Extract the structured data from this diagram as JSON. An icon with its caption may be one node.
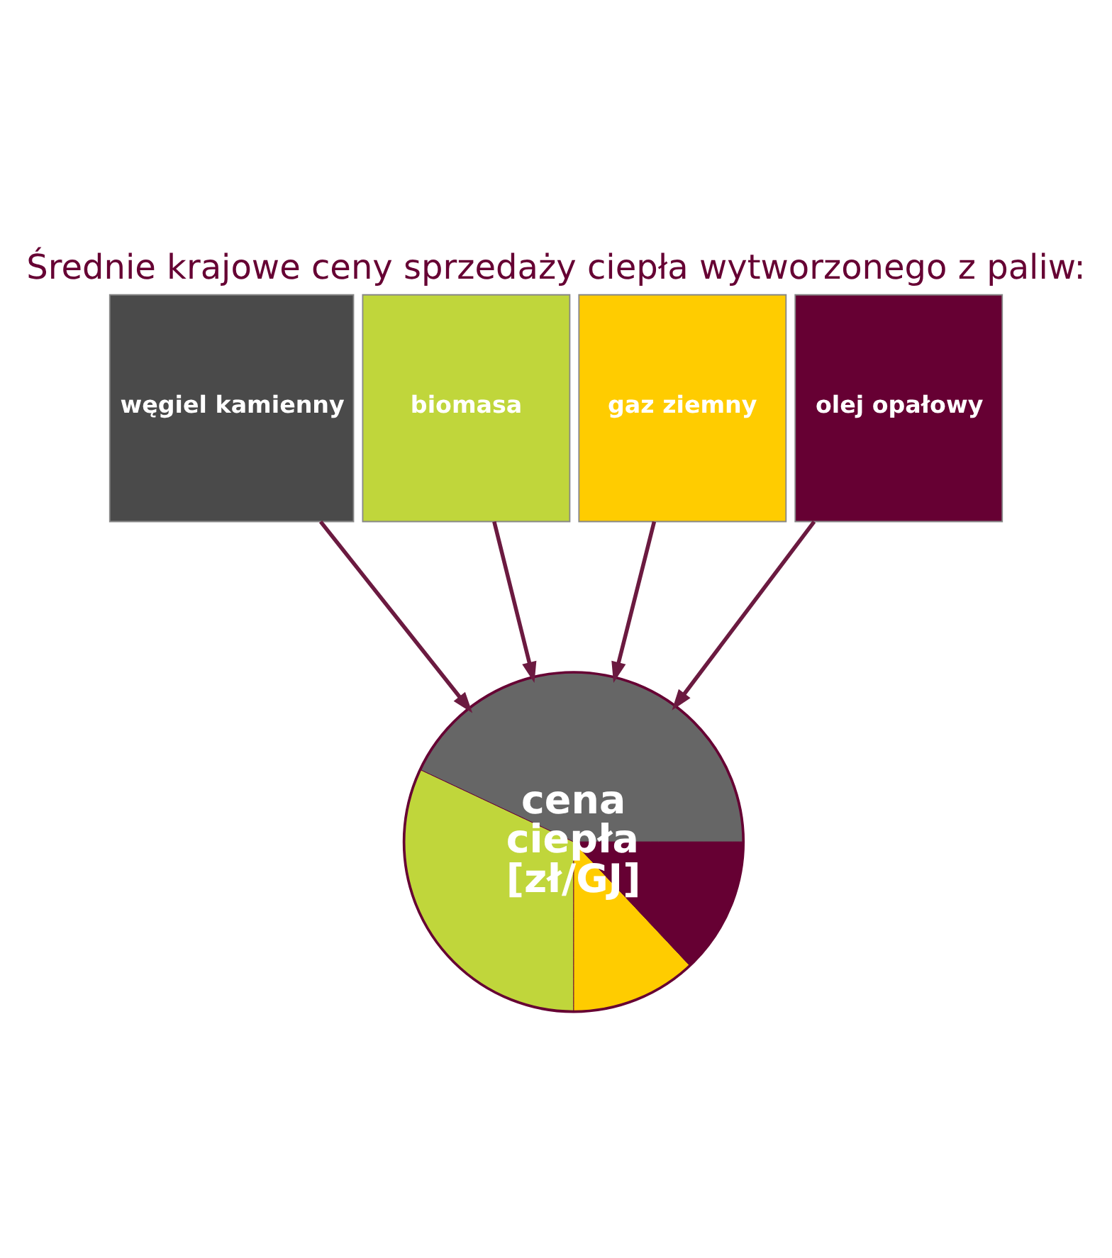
{
  "diagram": {
    "title": "Średnie krajowe ceny sprzedaży ciepła wytworzonego z paliw:",
    "nodes": [
      {
        "text": [
          "węgiel kamienny"
        ]
      },
      {
        "text": [
          "biomasa"
        ]
      },
      {
        "text": [
          "gaz ziemny"
        ]
      },
      {
        "text": [
          "olej opałowy"
        ]
      },
      {
        "text": [
          "cena ciepła [zł/GJ]"
        ]
      }
    ],
    "edges": [
      {
        "from": 0,
        "to": 4,
        "arrow": "to"
      },
      {
        "from": 1,
        "to": 4,
        "arrow": "to"
      },
      {
        "from": 2,
        "to": 4,
        "arrow": "to"
      },
      {
        "from": 3,
        "to": 4,
        "arrow": "to"
      }
    ]
  }
}
